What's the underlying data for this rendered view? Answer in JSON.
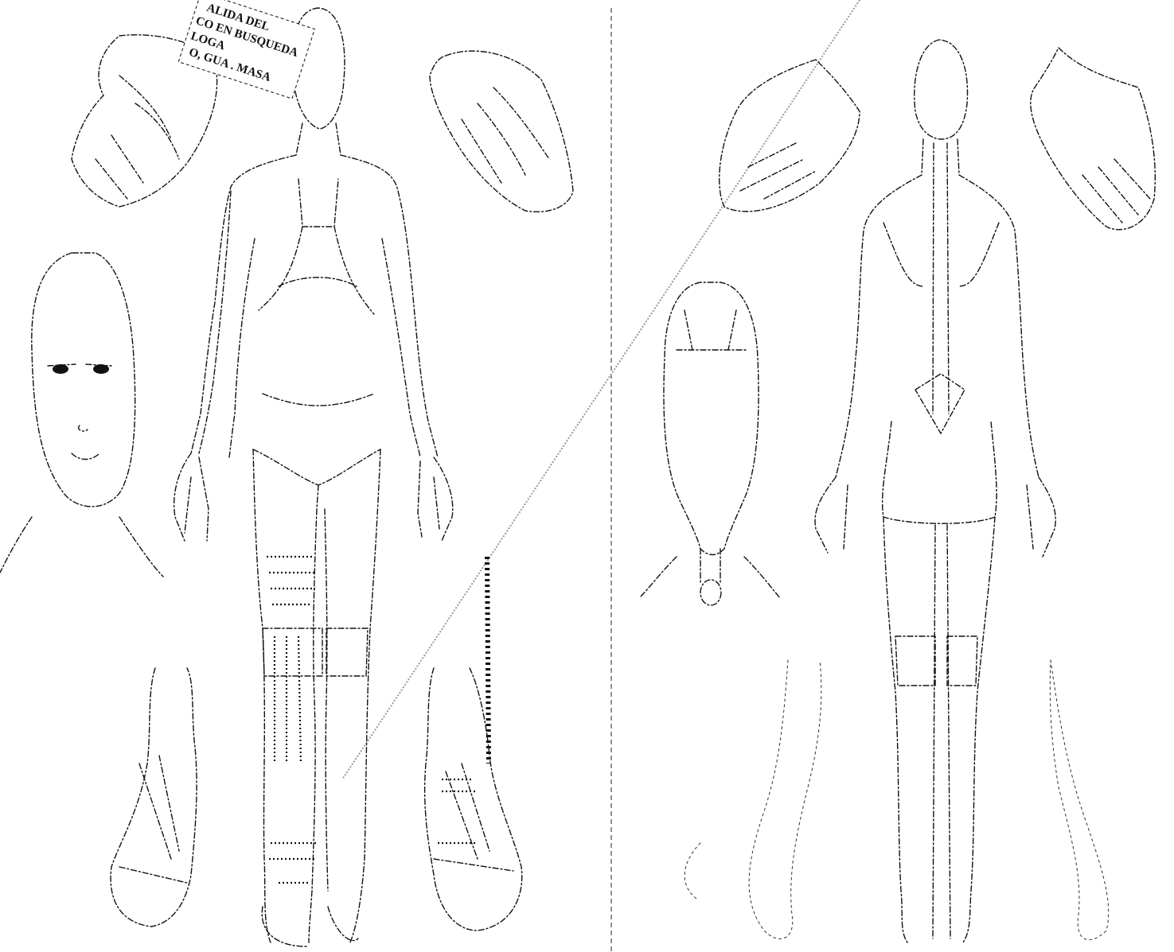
{
  "stamp": {
    "lines": [
      "ALIDA DEL",
      "CO EN BUSQUEDA",
      "LOGA",
      "O, GUA . MASA"
    ]
  },
  "colors": {
    "ink": "#111111",
    "paper": "#ffffff"
  }
}
